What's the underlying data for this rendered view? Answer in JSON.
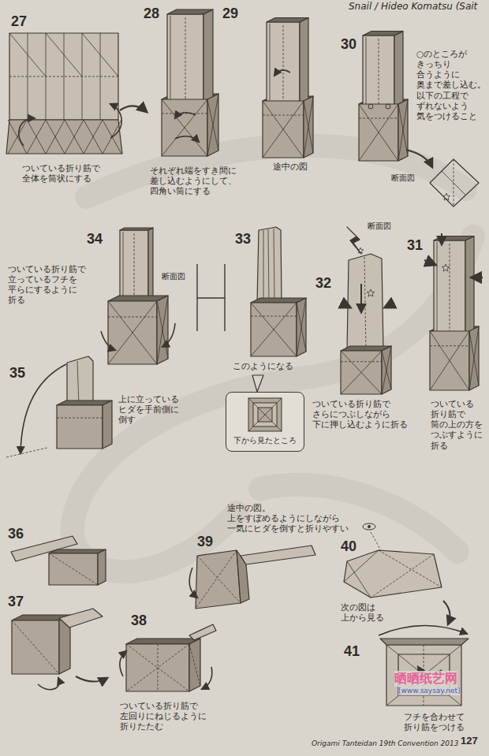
{
  "diagram": {
    "nodes": [
      {
        "text": [
          "下から見たところ"
        ]
      }
    ],
    "labels": [
      "Snail / Hideo Komatsu (Sait",
      "27",
      "ついている折り筋で 全体を筒状にする",
      "28",
      "それぞれ端をすき間に 差し込むようにして、 四角い筒にする",
      "29",
      "途中の図",
      "30",
      "○のところが きっちり 合うように 奥まで差し込む。 以下の工程で ずれないよう 気をつけること",
      "断面図",
      "31",
      "ついている 折り筋で 筒の上の方を つぶすように 折る",
      "断面図",
      "32",
      "ついている折り筋で さらにつぶしながら 下に押し込むように折る",
      "34",
      "ついている折り筋で 立っているフチを 平らにするように 折る",
      "断面図",
      "33",
      "このようになる",
      "35",
      "上に立っている ヒダを手前側に 倒す",
      "36",
      "39",
      "途中の図。 上をすぼめるようにしながら 一気にヒダを倒すと折りやすい",
      "40",
      "次の図は 上から見る",
      "37",
      "38",
      "ついている折り筋で 左回りにねじるように 折りたたむ",
      "41",
      "フチを合わせて 折り筋をつける",
      "晒晒纸艺网",
      "[www.saysay.net]",
      "Origami Tanteidan 19th Convention 2013",
      "127"
    ]
  }
}
